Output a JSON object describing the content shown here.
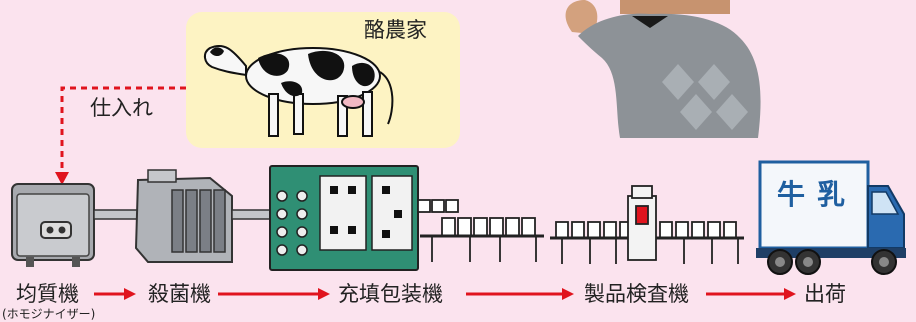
{
  "farmer_label": "酪農家",
  "purchase_label": "仕入れ",
  "truck_text": "牛乳",
  "steps": [
    {
      "label": "均質機",
      "sub": "(ホモジナイザー)"
    },
    {
      "label": "殺菌機"
    },
    {
      "label": "充填包装機"
    },
    {
      "label": "製品検査機"
    },
    {
      "label": "出荷"
    }
  ],
  "colors": {
    "arrow": "#e0141e",
    "background": "#fbe3ee",
    "highlight": "#fdf3c3",
    "machine": "#2f8f74",
    "truck": "#1f5fa0"
  }
}
